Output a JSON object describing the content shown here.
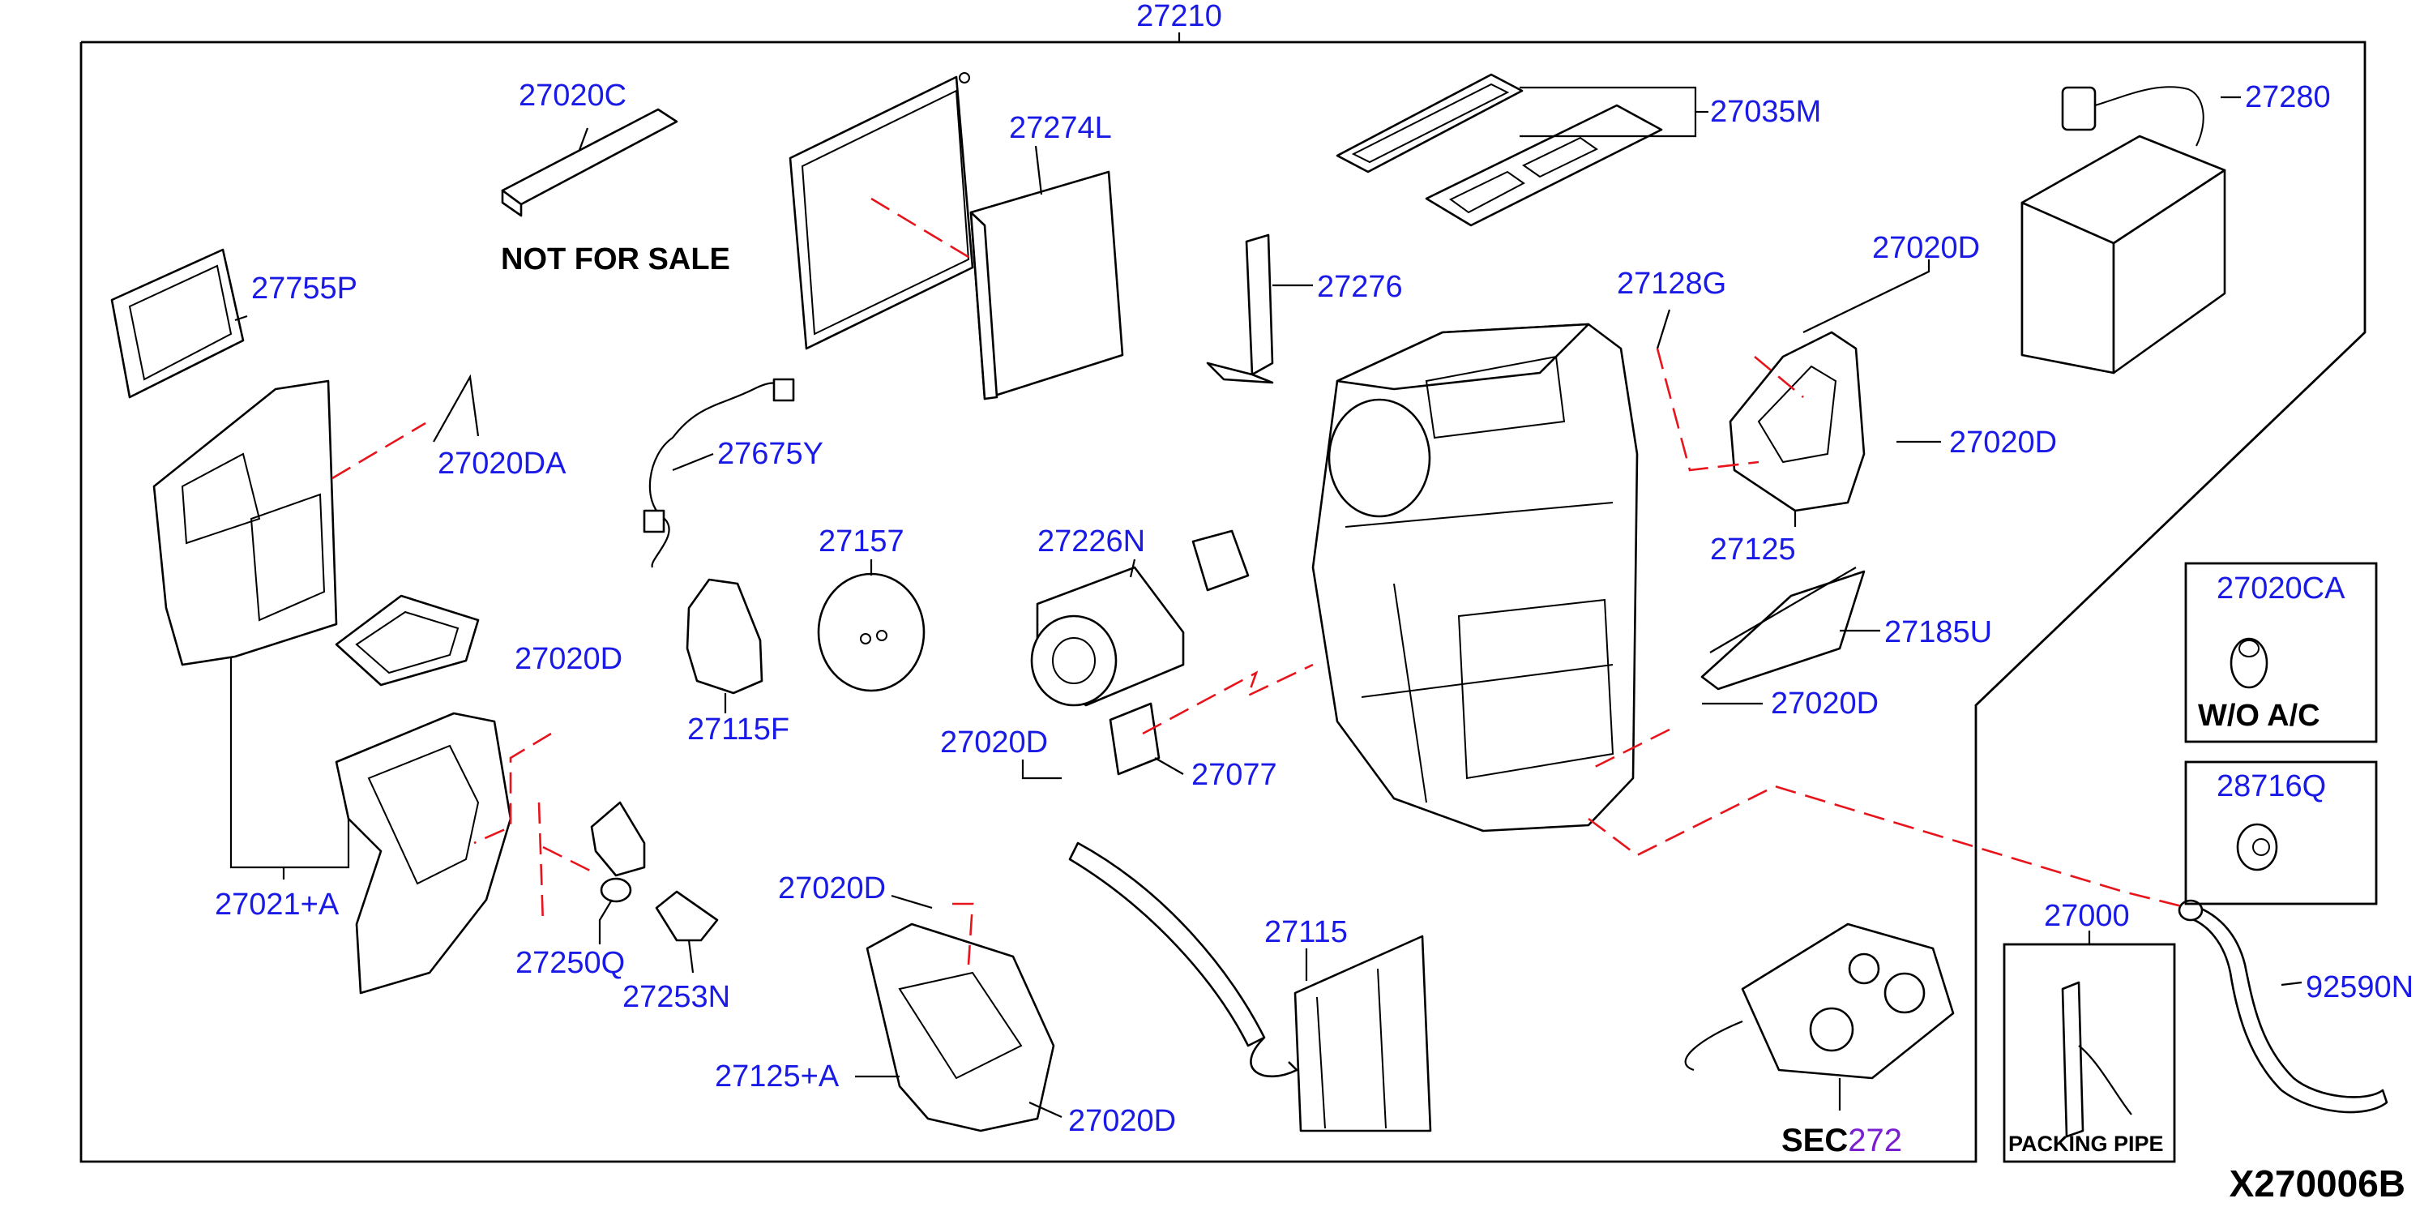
{
  "diagram_id": "X270006B",
  "assembly_label": "27210",
  "section_ref": {
    "prefix": "SEC",
    "number": "272"
  },
  "notes": {
    "not_for_sale": "NOT FOR SALE",
    "without_ac": "W/O  A/C",
    "packing_pipe": "PACKING PIPE"
  },
  "parts": {
    "p27020C": "27020C",
    "p27274L": "27274L",
    "p27035M": "27035M",
    "p27280": "27280",
    "p27755P": "27755P",
    "p27276": "27276",
    "p27128G": "27128G",
    "p27020D_tr1": "27020D",
    "p27020D_tr2": "27020D",
    "p27020DA": "27020DA",
    "p27675Y": "27675Y",
    "p27125": "27125",
    "p27157": "27157",
    "p27226N": "27226N",
    "p27020CA": "27020CA",
    "p27185U": "27185U",
    "p27020D_ml": "27020D",
    "p27115F": "27115F",
    "p27020D_mc": "27020D",
    "p27077": "27077",
    "p27020D_mr": "27020D",
    "p28716Q": "28716Q",
    "p27021A": "27021+A",
    "p27250Q": "27250Q",
    "p27253N": "27253N",
    "p27020D_bc": "27020D",
    "p27115": "27115",
    "p27000": "27000",
    "p92590N": "92590N",
    "p27125A": "27125+A",
    "p27020D_bottom": "27020D"
  },
  "colors": {
    "part_number": "#1a1ae6",
    "section_number": "#7a1fd0",
    "leader_dash": "#e8141c"
  }
}
